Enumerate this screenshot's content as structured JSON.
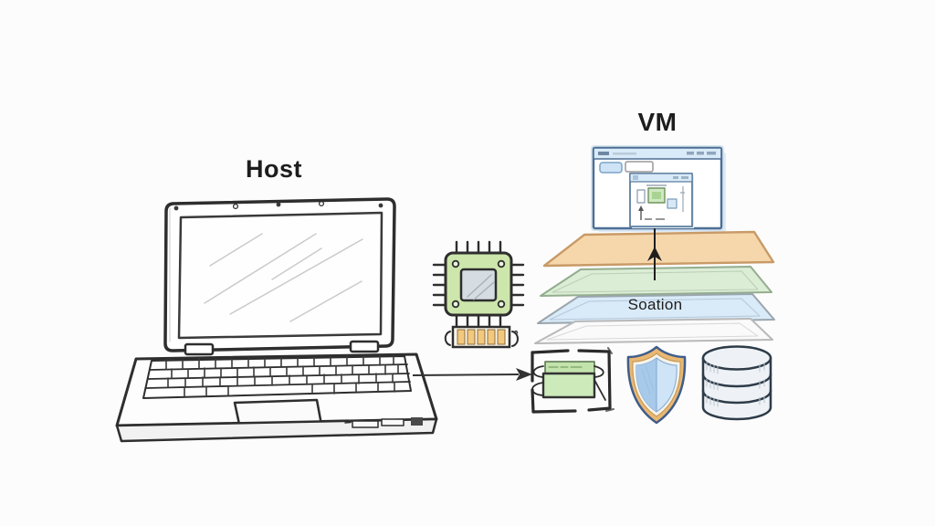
{
  "diagram": {
    "host_label": "Host",
    "vm_label": "VM",
    "isolation_layer_label": "Soation"
  },
  "palette": {
    "background": "#fcfcfc",
    "ink": "#2b2b2b",
    "layer_orange_fill": "#f6d7ac",
    "layer_orange_stroke": "#c89a67",
    "layer_green_fill": "#dcedd6",
    "layer_blue_fill": "#d9eaf8",
    "layer_bottom_fill": "#fafafa",
    "chip_body_green": "#cde6ab",
    "chip_die_gray": "#d5dde2",
    "ram_chip_orange": "#f3c97e",
    "window_titlebar_blue": "#d9eaf8",
    "window_border_blue": "#4d6f94",
    "shield_band_gold": "#e9b872",
    "shield_field_blue": "#cfe4f7",
    "shield_field_blue_dark": "#a3c6e8",
    "database_fill": "#eef2f6",
    "sandbox_green_fill": "#cdeabb"
  },
  "icons": [
    "laptop-icon",
    "cpu-chip-icon",
    "ram-module-icon",
    "vm-window-icon",
    "mini-window-icon",
    "layer-stack",
    "sandbox-box-icon",
    "shield-icon",
    "database-icon",
    "arrow-right-icon",
    "arrow-up-icon"
  ]
}
